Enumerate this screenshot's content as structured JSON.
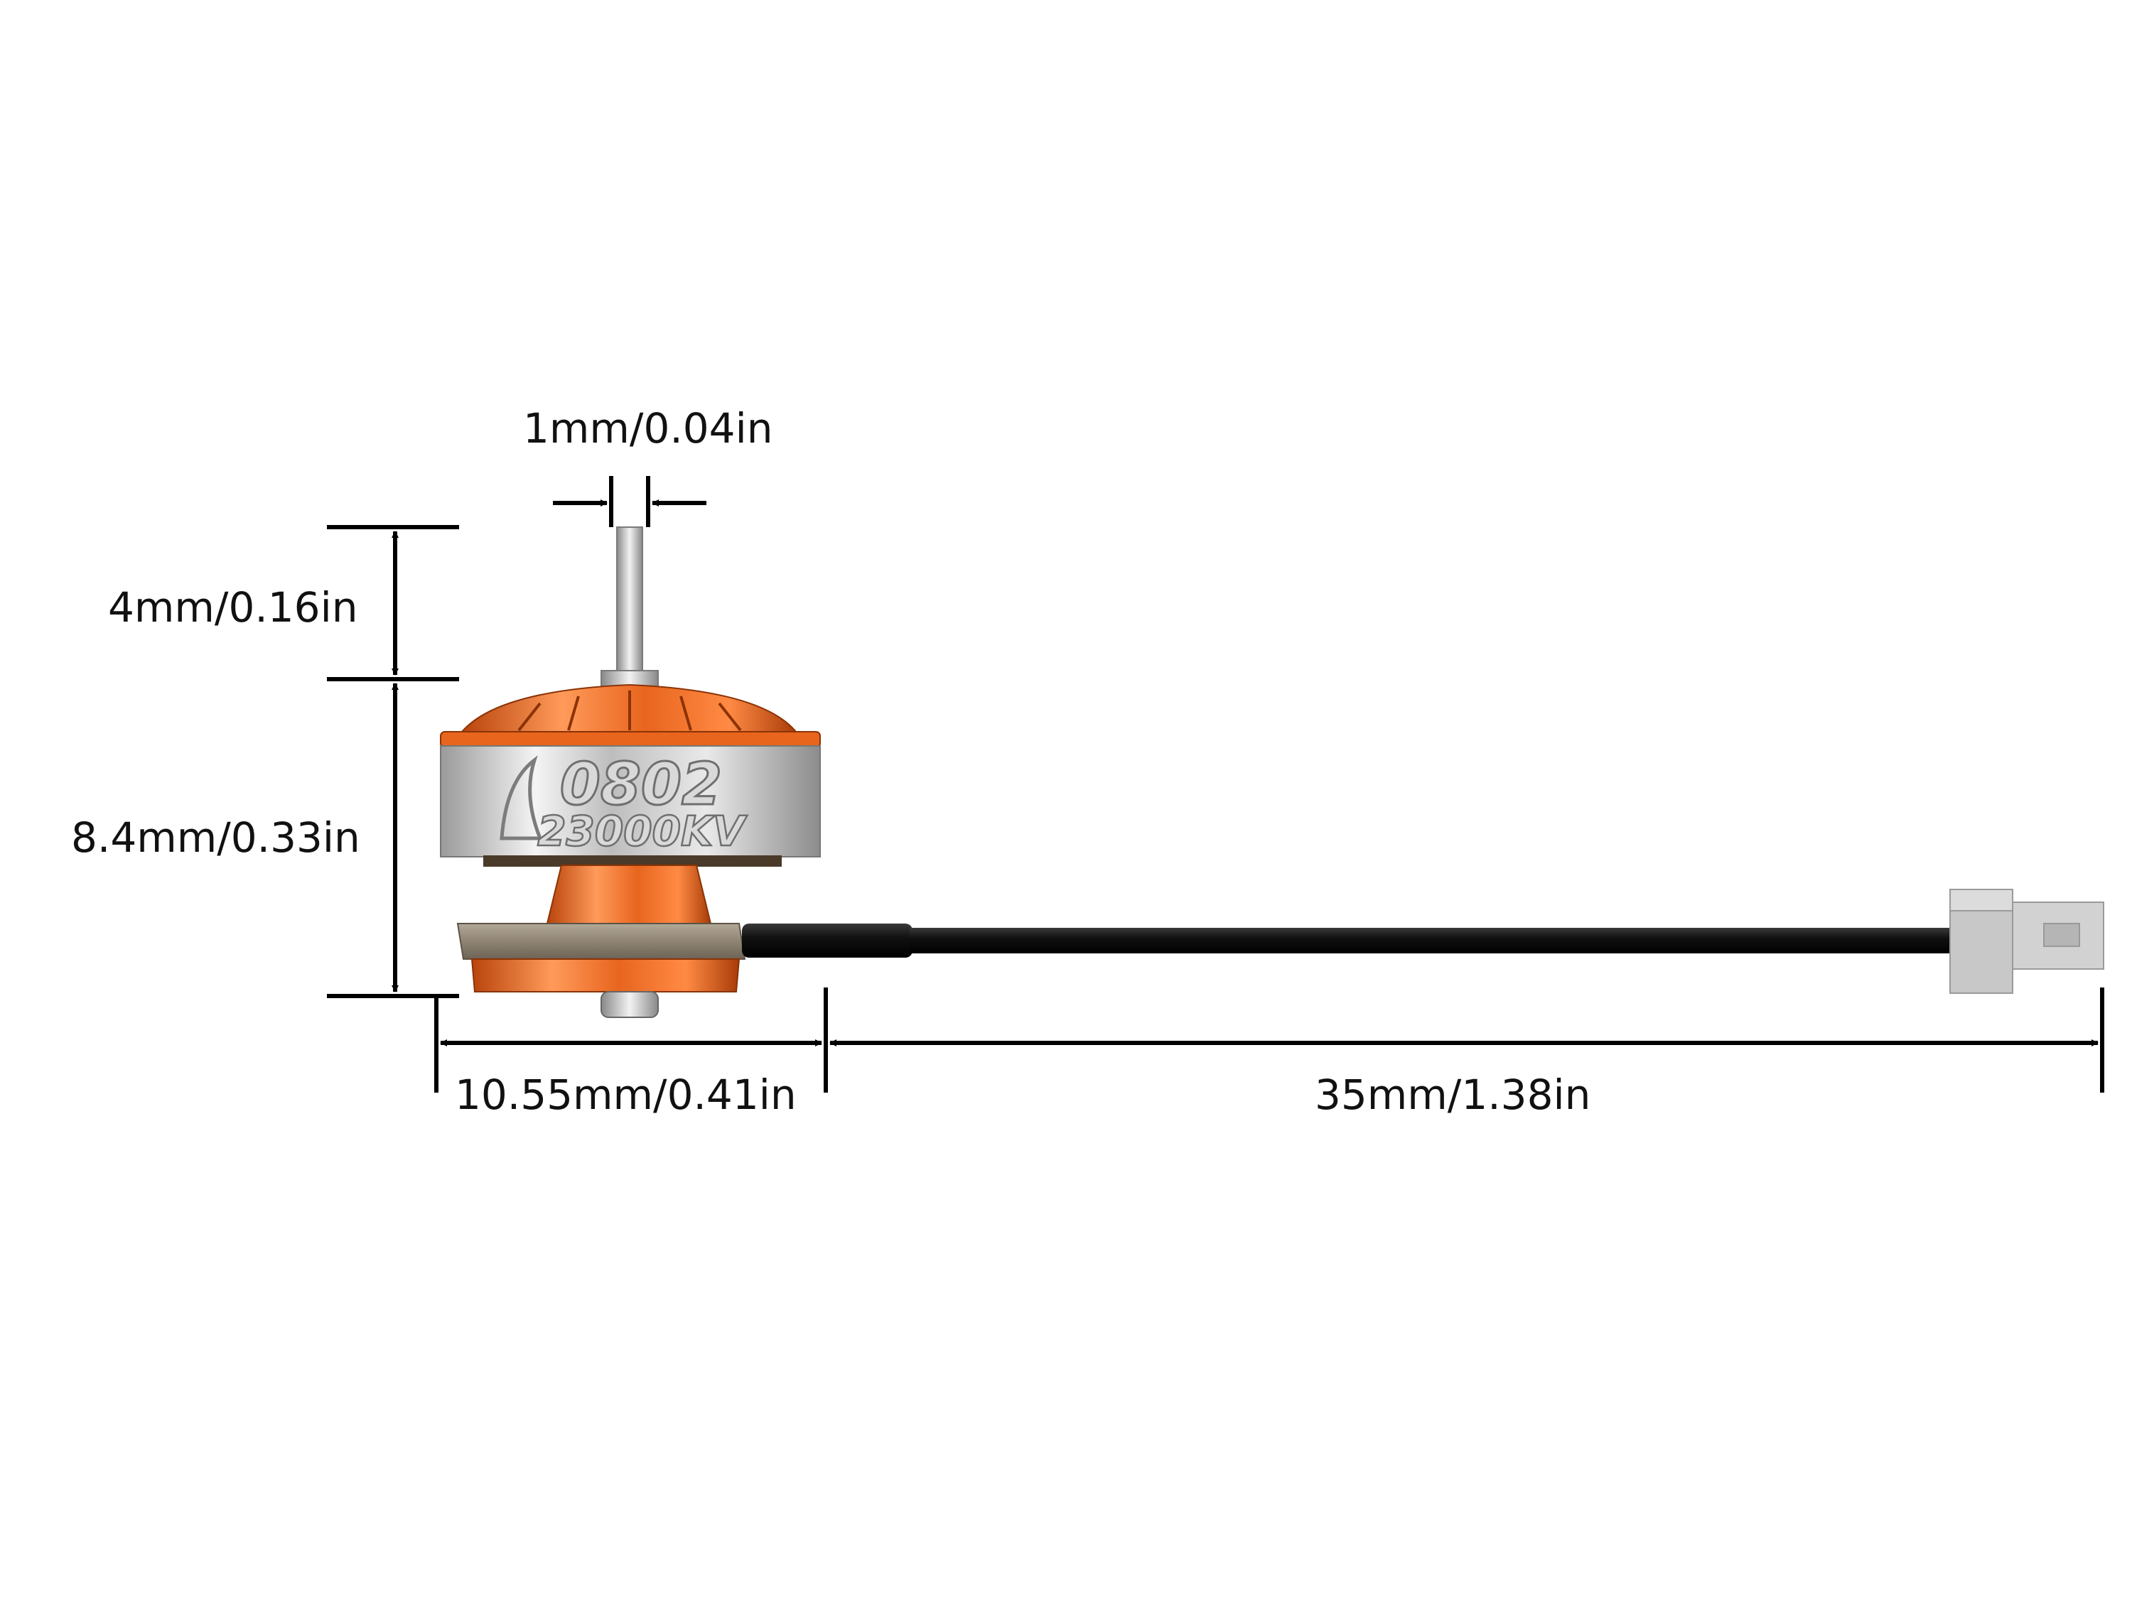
{
  "dimensions": {
    "shaft_diameter": "1mm/0.04in",
    "shaft_length": "4mm/0.16in",
    "motor_height": "8.4mm/0.33in",
    "motor_width": "10.55mm/0.41in",
    "cable_length": "35mm/1.38in"
  },
  "motor": {
    "model": "0802",
    "kv": "23000KV"
  },
  "colors": {
    "accent_orange": "#e8651e",
    "cable": "#1a1a1a",
    "connector": "#c8c8c8",
    "dimension_line": "#000000"
  }
}
